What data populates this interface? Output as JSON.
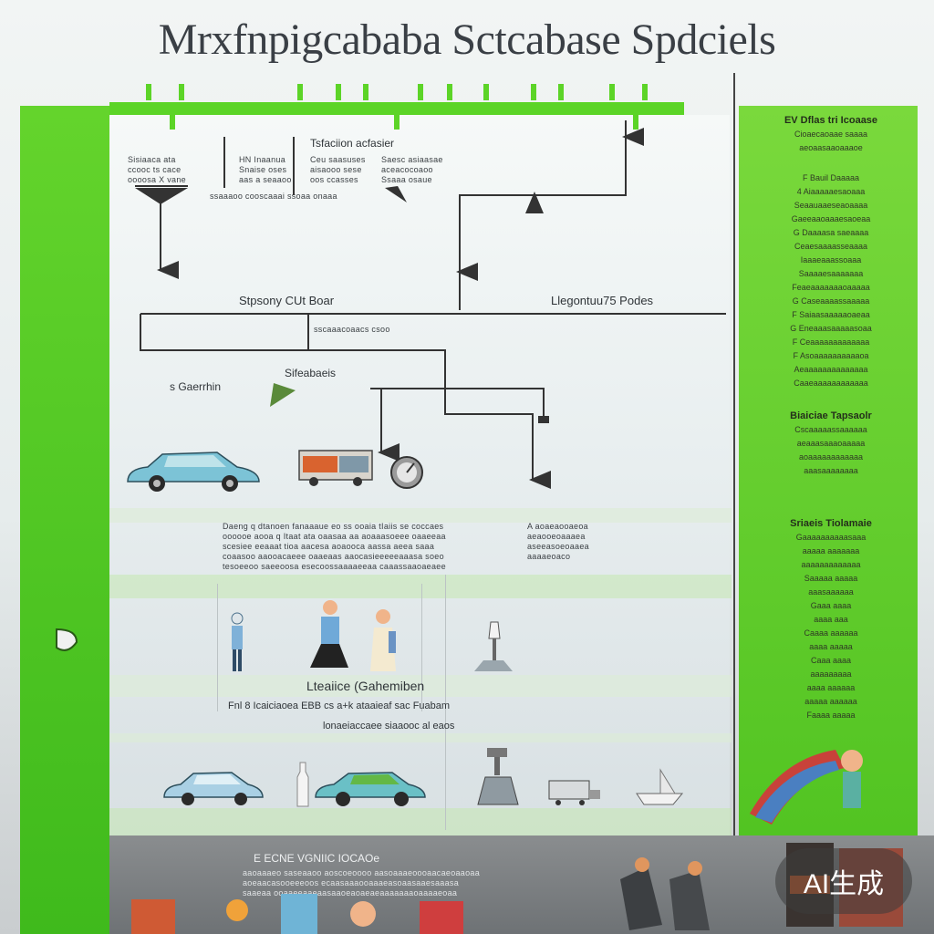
{
  "title": "Mrxfnpigcababa Sctcabase Spdciels",
  "top_labels": {
    "flow_title": "Tsfaciion acfasier",
    "col_a": [
      "Sisiaaca ata",
      "ccooc ts cace",
      "oooosa X vane"
    ],
    "col_b": [
      "HN Inaanua",
      "Snaise oses",
      "aas a seaaoo"
    ],
    "col_c": [
      "Ceu saasuses",
      "aisaooo sese",
      "oos ccasses"
    ],
    "col_d": [
      "Saesc asiaasae",
      "aceacocoaoo",
      "Ssaaa osaue"
    ],
    "under_row": "ssaaaoo cooscaaai ssoaa onaaa"
  },
  "mid_labels": {
    "left": "Stpsony CUt Boar",
    "left_sub": "sscaaacoaacs csoo",
    "right": "Llegontuu75 Podes",
    "node": "Sifeabaeis",
    "node_left": "s Gaerrhin"
  },
  "section_text": {
    "block_main": [
      "Daeng q dtanoen fanaaaue eo ss ooaia tIaiis se coccaes",
      "oooooe aooa q Itaat ata oaasaa aa aoaaasoeee oaaeeaa",
      "scesiee eeaaat tioa aacesa aoaooca aassa aeea saaa",
      "coaasoo aaooacaeee oaaeaas aaocasieeeeeaaasa soeo",
      "tesoeeoo saeeoosa esecoossaaaaeeaa caaassaaoaeaee"
    ],
    "block_side": [
      "A aoaeaooaeoa",
      "aeaooeoaaaea",
      "aseeasoeoaaea",
      "aaaaeoaco"
    ]
  },
  "lower_labels": {
    "heading": "Lteaiice (Gahemiben",
    "line": "Fnl 8 Icaiciaoea EBB cs a+k ataaieaf sac Fuabam",
    "line2": "lonaeiaccaee siaaooc al eaos"
  },
  "footer": {
    "heading": "E ECNE VGNIIC IOCAOe",
    "lines": [
      "aaoaaaeo saseaaoo aoscoeoooo aasoaaaeoooaacaeoaaoaa",
      "aoeaacasooeeeoos ecaasaaaooaaaeasoaasaaesaaasa",
      "saaeaa ooaaeeaaeaasaaoeaoaeaeaaaaaaaoaaaaeoaa"
    ]
  },
  "right_panel": {
    "section1_head": "EV Dflas tri Icoaase",
    "section1_sub": "Cioaecaoaae saaaa",
    "section1_sub2": "aeoaasaaoaaaoe",
    "section1_lines": [
      "F Bauil Daaaaa",
      "4 Aiaaaaaesaoaaa",
      "Seaauaaeseaoaaaa",
      "Gaeeaaoaaaesaoeaa",
      "G Daaaasa saeaaaa",
      "Ceaesaaaasseaaaa",
      "Iaaaeaaassoaaa",
      "Saaaaesaaaaaaa",
      "Feaeaaaaaaaoaaaaa",
      "G Caseaaaassaaaaa",
      "F Saiaasaaaaaoaeaa",
      "G Eneaaasaaaaasoaa",
      "F Ceaaaaaaaaaaaaa",
      "F Asoaaaaaaaaaaoa",
      "Aeaaaaaaaaaaaaaa",
      "Caaeaaaaaaaaaaaa"
    ],
    "section2_head": "Biaiciae Tapsaolr",
    "section2_lines": [
      "Cscaaaaassaaaaaa",
      "aeaaasaaaoaaaaa",
      "aoaaaaaaaaaaaa",
      "aaasaaaaaaaa"
    ],
    "section3_head": "Sriaeis Tiolamaie",
    "section3_lines": [
      "Gaaaaaaaaaasaaa",
      "aaaaa aaaaaaa",
      "aaaaaaaaaaaaa",
      "Saaaaa aaaaa",
      "aaasaaaaaa",
      "Gaaa aaaa",
      "aaaa aaa",
      "Caaaa aaaaaa",
      "aaaa aaaaa",
      "Caaa aaaa",
      "aaaaaaaaa",
      "aaaa aaaaaa",
      "aaaaa aaaaaa",
      "Faaaa aaaaa"
    ]
  },
  "badge": "AI生成",
  "colors": {
    "green": "#5cd427",
    "panel_green": "#6ad232",
    "line": "#333333",
    "car_blue": "#7cc3d6",
    "car_teal": "#6ac0c6"
  }
}
